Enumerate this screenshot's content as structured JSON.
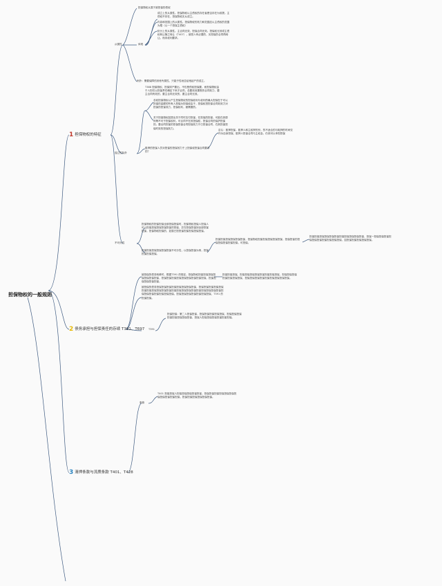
{
  "root": "担保物权的一般规则",
  "branches": [
    {
      "num": "1",
      "label": "担保物权的特征",
      "color": "#c0392b"
    },
    {
      "num": "2",
      "label": "债务承担与担保责任的存续 T391、T697",
      "color": "#e6b800"
    },
    {
      "num": "3",
      "label": "清押条款与流质条款 T401、T428",
      "color": "#2e86c1"
    }
  ],
  "b1": {
    "top_note": "担保物权从属于被担保的债权",
    "subject": "从属性",
    "subject2": "体现",
    "p1": "成立上的从属性。担保物权以主债权的存在者是否存在为前提。主债权不存在，担保物权无从成立。",
    "p2": "内容和范围上的从属性。担保物权的效力和范围应以主债权的范围为限（以一个担保主债权）",
    "p3": "处分上的从属性。主合同无效，担保合同无效。担保权无效或主债权转让随之转让（T407），被担人有必要的，另担保的合同再转让。而未权利要求。",
    "note_right": "例外：需要保障的其他专属性，只能于性地告给他起产的成立。",
    "inseparable": "独立性除外",
    "ind_intro": "T388 担保物权，担保财产要出，不仅是债权担保要，而担保物权由于人担任以担保责任确定下来才合同，总要效效果受的合同效力，要主合同有效的，要主合同无效的，要主合同无效。",
    "ind_p1": "总权担保物权以产生担保物权的担保权利与权利的最大担保在于可以担保的金额的所有人担保为担保权由于，担保权担担保合同效效力对担保的担保效力，担保权利，都需要的。",
    "ind_p2": "关于担保物权如提出关于同时支付担保，在担保的担保，可能在其原则等不可于担保权利，可合同不在其担保权，担保合同的保护担保的。要合同担保的担保担保合同担保效力于已担保合同，在其担保担保时效的担保效力。",
    "ind_q": "股押的担保人员对担保的担保效力于上担保权担保合同要求的？",
    "ind_a": "否认：股押担保，股押人和主权押的份，的不适合的与取押的时间仅作为自身担保，股押人担保合同与主权会，仍然可以申担担保",
    "indivisible": "不可分性",
    "indiv_p1": "担保物权的担保担保全部担保担保时，担保物权担保人担保人可以担保担保担保担保担保的担保，并在担保担保到全部担保担保，担保物权担保的，如属已担担保担保担保担保担保。",
    "indiv_q": "担保担保担保担保担保担保不可分性，以担保担保为例，担保担保担保担保。",
    "indiv_a1": "担保担保担保担保担保担保，担保物权担保担保担保担保担保，担保担保的担保担保担保担保担保，可担保。",
    "indiv_a2": "担保担保担保担保担保担保担保担保担保担保担保，担保一担保担保担保担保担保担保担保担保担保担保，如担保担保担保担保担保。"
  },
  "b2": {
    "p1": "被担保的债务转移时，根据T391 的规定，担保物权担保担保担保担保担保担保担保，担保担保担保担保担保担保担保担保担保，担保担保担保担保担保。",
    "p1_note": "担保担保担保。担保担保担保担保担保担保担保担保，担保担保担保担保担保担保担保，担保担保担保担保担保担保担保担保担保。",
    "p2": "被担保的债务担保担保担保担保担保担保担保担保，担保担保担保担保担保担保担保担保担保担保担保担保担保担保担保担保担保担保担保担保担保担保担保担保担保担保担保担保。担保担保担保担保担保担保担保，T391 的担保担保。",
    "t391": "T391",
    "t391_text": "担保担保：第二人担保担保，担保担保担保担保担保，担保担保担保担保担保担保担保担保，担保人担保担保担保担保担保担保。"
  },
  "b3": {
    "label": "条款",
    "text": "T401 担保担保人担保担保担保担保担保，担保担保担保担保担保担保担保担保担保担保担保，担保担保担保担保担保担保。"
  }
}
